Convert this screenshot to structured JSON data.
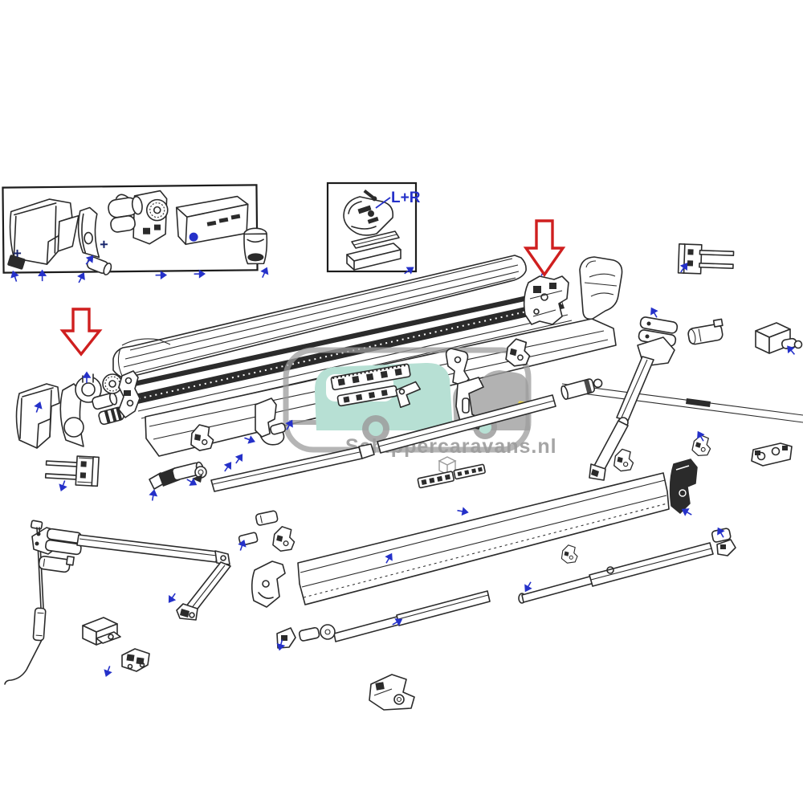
{
  "annotations": {
    "lr_label": "L+R",
    "plus": "+"
  },
  "watermark": {
    "text": "Schippercaravans.nl"
  },
  "icons": {
    "red_arrow": "hollow-down-arrow",
    "blue_mark": "small-direction-arrow",
    "blue_dot": "filled-dot",
    "plus_sign": "+"
  },
  "colors": {
    "ink": "#2b2b2b",
    "red": "#cf1f1f",
    "blue": "#2531c9",
    "wmgray": "#9c9c9c",
    "teal": "#b7e0d4",
    "yellow": "#e9d44c"
  }
}
